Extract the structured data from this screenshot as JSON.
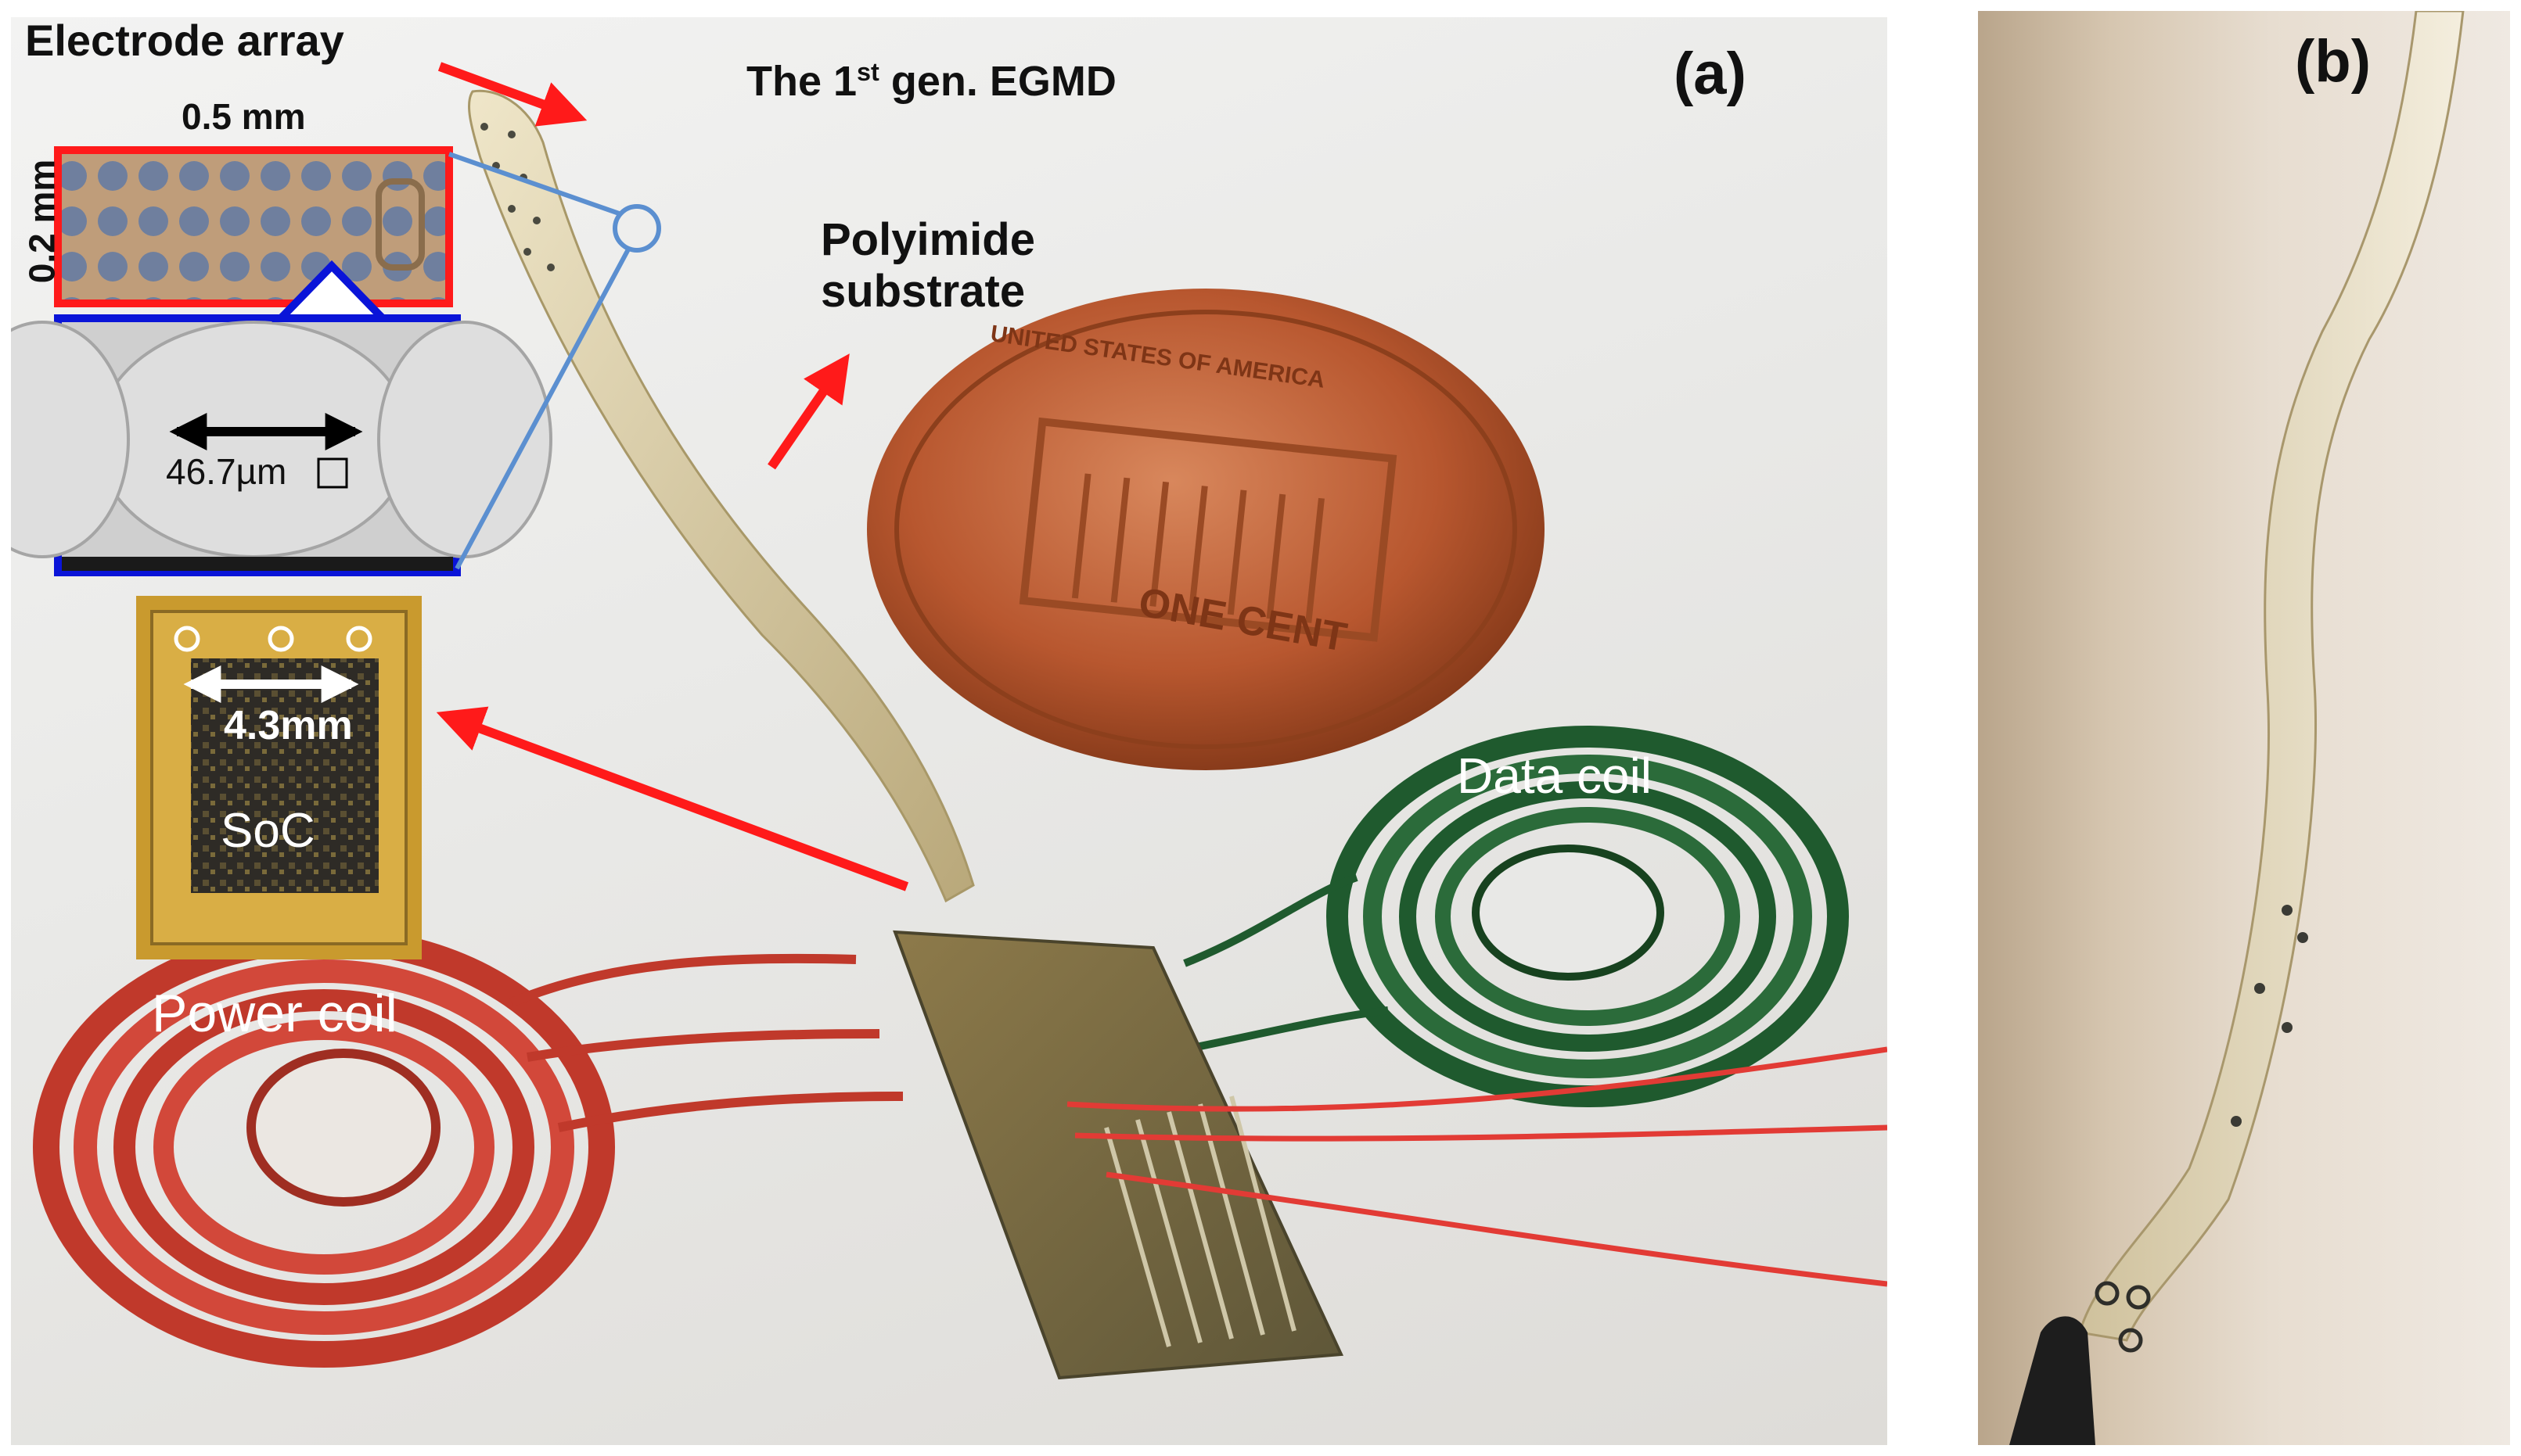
{
  "panel_a": {
    "letter": "(a)",
    "title": {
      "pre": "The 1",
      "sup": "st",
      "post": " gen. EGMD"
    },
    "electrode_array_label": "Electrode array",
    "width_dim": "0.5 mm",
    "height_dim": "0.2 mm",
    "pad_dim": "46.7µm",
    "soc_dim": "4.3mm",
    "soc_label": "SoC",
    "polyimide_line1": "Polyimide",
    "polyimide_line2": "substrate",
    "data_coil_label": "Data coil",
    "power_coil_label": "Power coil",
    "coin_top_text": "UNITED STATES OF AMERICA",
    "coin_bottom_text": "ONE CENT"
  },
  "panel_b": {
    "letter": "(b)"
  },
  "colors": {
    "arrow_red": "#ff1a1a",
    "callout_red": "#ff1a1a",
    "callout_blue": "#0a14d8",
    "leader_blue": "#5b8fd0",
    "copper": "#b8572f",
    "power_coil": "#c0392b",
    "data_coil": "#1f5a2e",
    "wire_red": "#e23b35"
  }
}
